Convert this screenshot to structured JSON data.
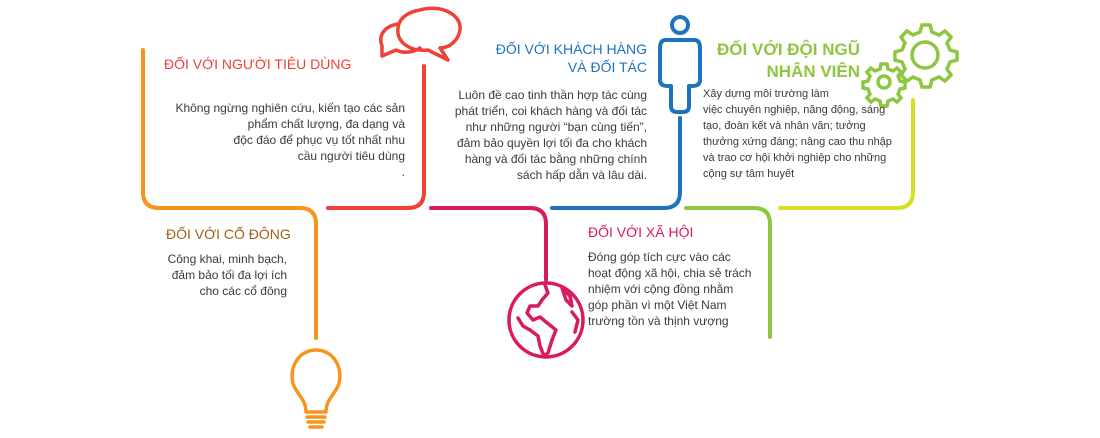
{
  "colors": {
    "orange": "#f7941d",
    "red": "#ef4136",
    "magenta": "#d81b60",
    "blue": "#1e73be",
    "green": "#8dc63f",
    "yellow": "#d7df23",
    "shareholder_title": "#a0601a"
  },
  "sections": {
    "consumers": {
      "title": "ĐỐI VỚI NGƯỜI TIÊU DÙNG",
      "lines": [
        "Không ngừng nghiên cứu, kiến tạo các sản",
        "phẩm chất lượng, đa dạng và",
        "độc đáo để phục vụ tốt nhất nhu",
        "cầu người tiêu dùng",
        "."
      ]
    },
    "customers": {
      "title_lines": [
        "ĐỐI VỚI KHÁCH HÀNG",
        "VÀ ĐỐI TÁC"
      ],
      "lines": [
        "Luôn đề cao tinh thần hợp tác cùng",
        "phát triển, coi khách hàng và đối tác",
        "như những người “bạn cùng tiến”,",
        "đảm bảo quyền lợi tối đa cho khách",
        "hàng và đối tác bằng những chính",
        "sách hấp dẫn và lâu dài."
      ]
    },
    "employees": {
      "title_lines": [
        "ĐỐI VỚI ĐỘI NGŨ",
        "NHÂN VIÊN"
      ],
      "lines": [
        "Xây dựng môi trường làm",
        "việc chuyên nghiệp, năng động, sáng",
        "tạo, đoàn kết và nhân văn; tưởng",
        "thưởng xứng đáng; nâng cao thu nhập",
        "và trao cơ hội khởi nghiệp cho những",
        "cộng sự tâm huyết"
      ]
    },
    "shareholders": {
      "title": "ĐỐI VỚI CỔ ĐÔNG",
      "lines": [
        "Công khai, minh bạch,",
        "đảm bảo tối đa lợi ích",
        "cho các cổ đông"
      ]
    },
    "society": {
      "title": "ĐỐI VỚI XÃ HỘI",
      "lines": [
        "Đóng góp tích cực vào các",
        "hoạt động xã hội, chia sẻ trách",
        "nhiệm với cộng đồng nhằm",
        "góp phần vì một Việt Nam",
        "trường tồn và thịnh vượng"
      ]
    }
  }
}
